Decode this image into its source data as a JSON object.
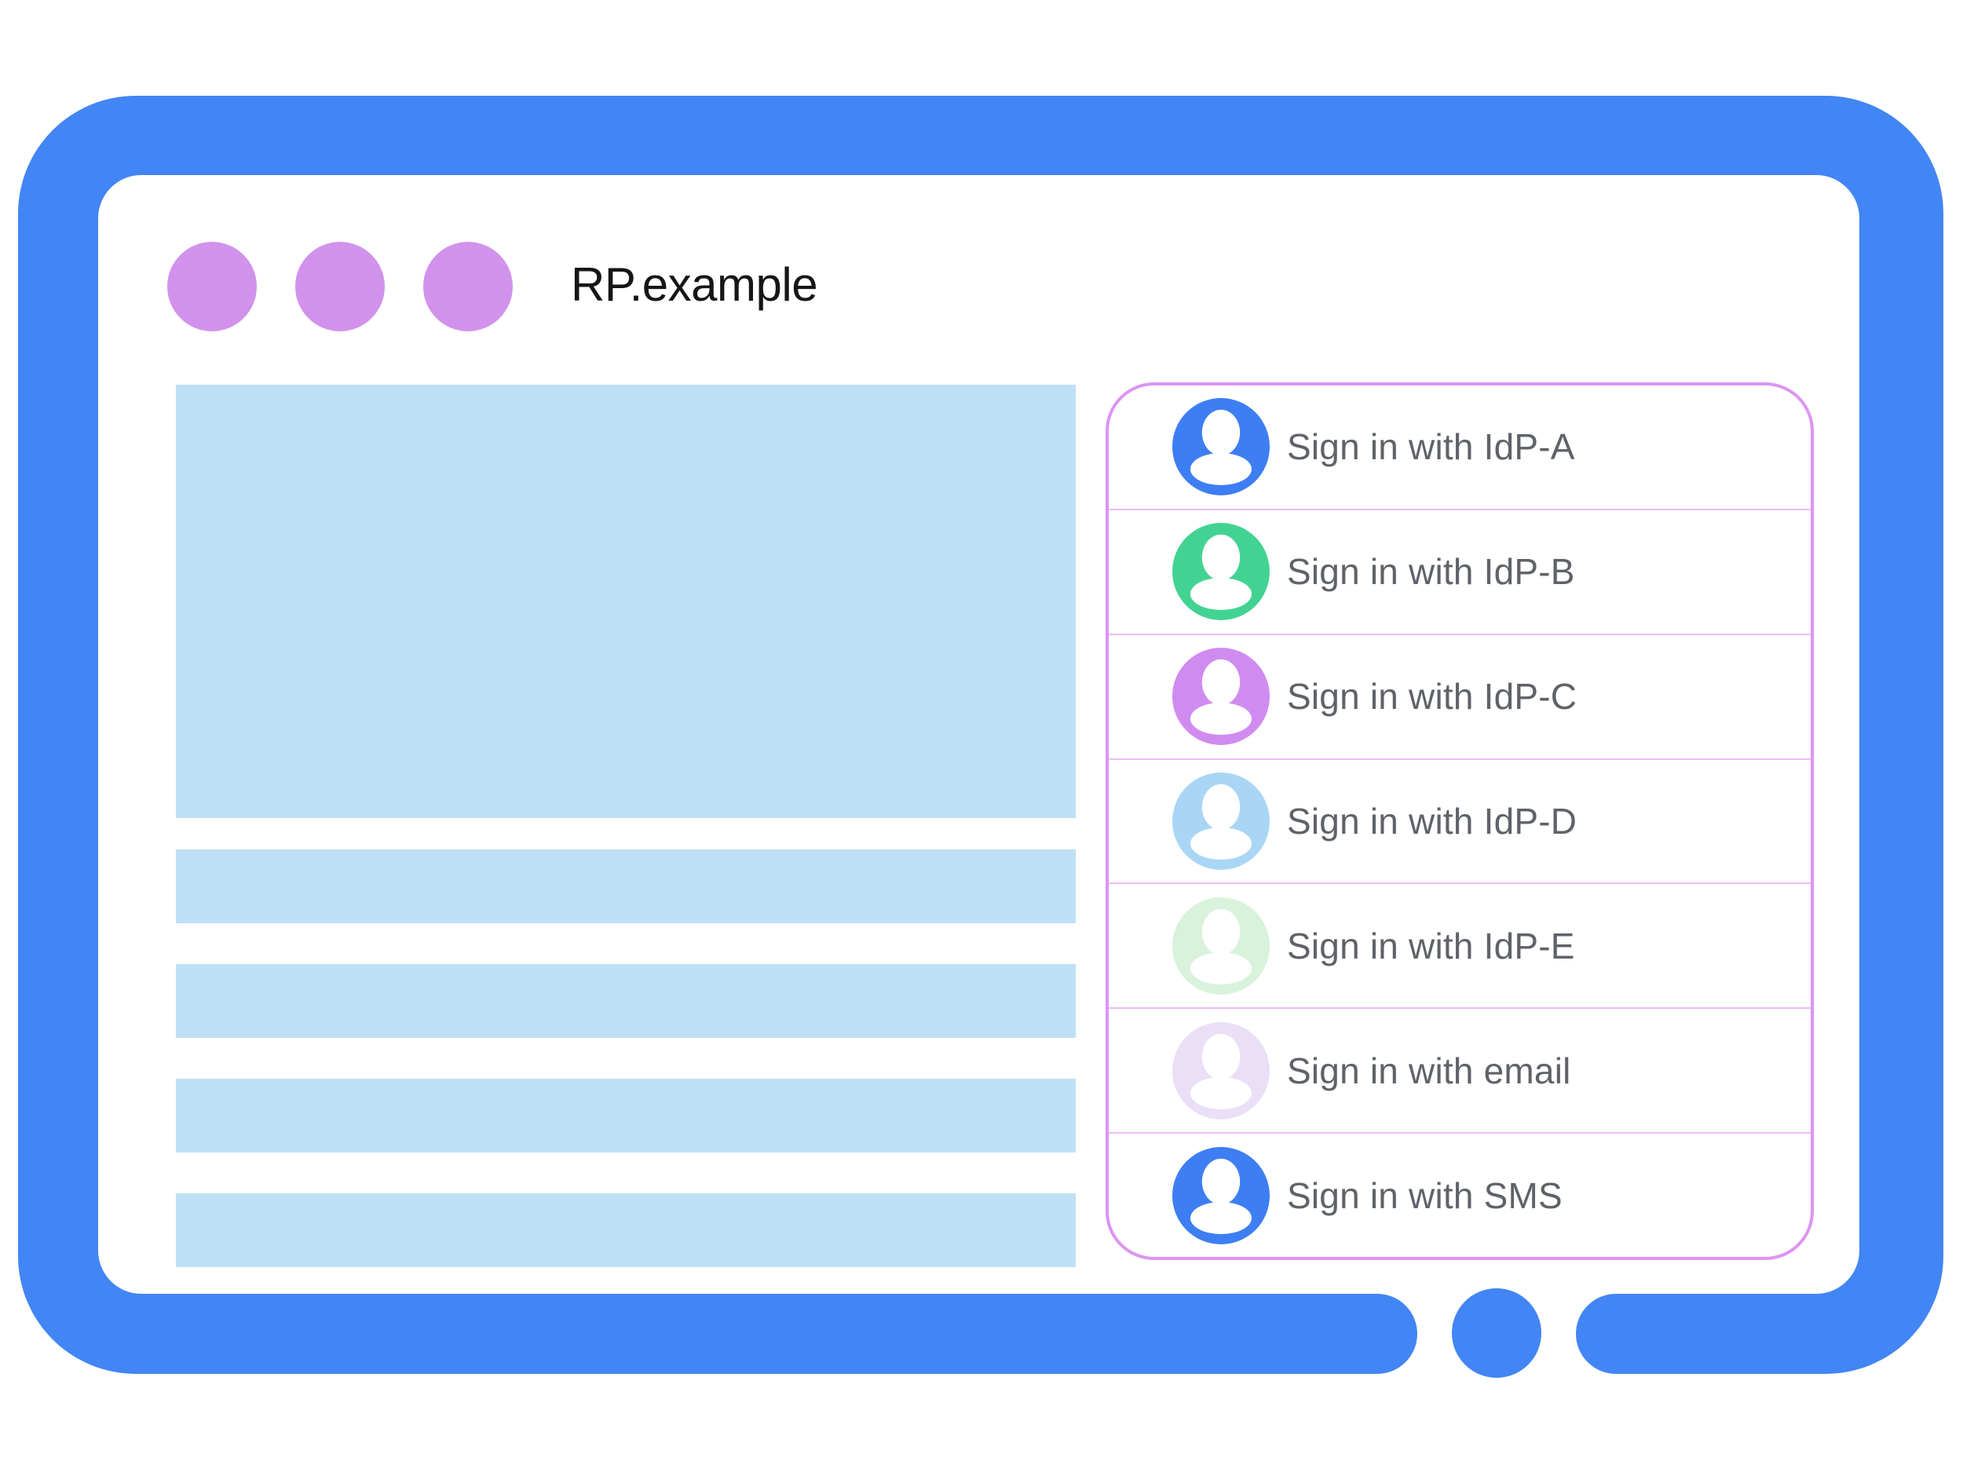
{
  "theme": {
    "frame_blue": "#4285F4",
    "screen_bg": "#FFFFFF",
    "placeholder_blue": "#BEE0F5",
    "dot_purple": "#D292EC",
    "panel_border": "#DC95F2",
    "divider_pink": "#EFBCF6",
    "row_text_gray": "#5F6368",
    "title_color": "#161616"
  },
  "browser": {
    "site_title": "RP.example"
  },
  "signin_panel": {
    "rows": [
      {
        "label": "Sign in with IdP-A",
        "avatar_color": "#3D7EF2"
      },
      {
        "label": "Sign in with IdP-B",
        "avatar_color": "#42D392"
      },
      {
        "label": "Sign in with IdP-C",
        "avatar_color": "#D08BF0"
      },
      {
        "label": "Sign in with IdP-D",
        "avatar_color": "#A9D6F5"
      },
      {
        "label": "Sign in with IdP-E",
        "avatar_color": "#D9F2DC"
      },
      {
        "label": "Sign in with email",
        "avatar_color": "#EBDFF7"
      },
      {
        "label": "Sign in with SMS",
        "avatar_color": "#3D7EF2"
      }
    ]
  }
}
